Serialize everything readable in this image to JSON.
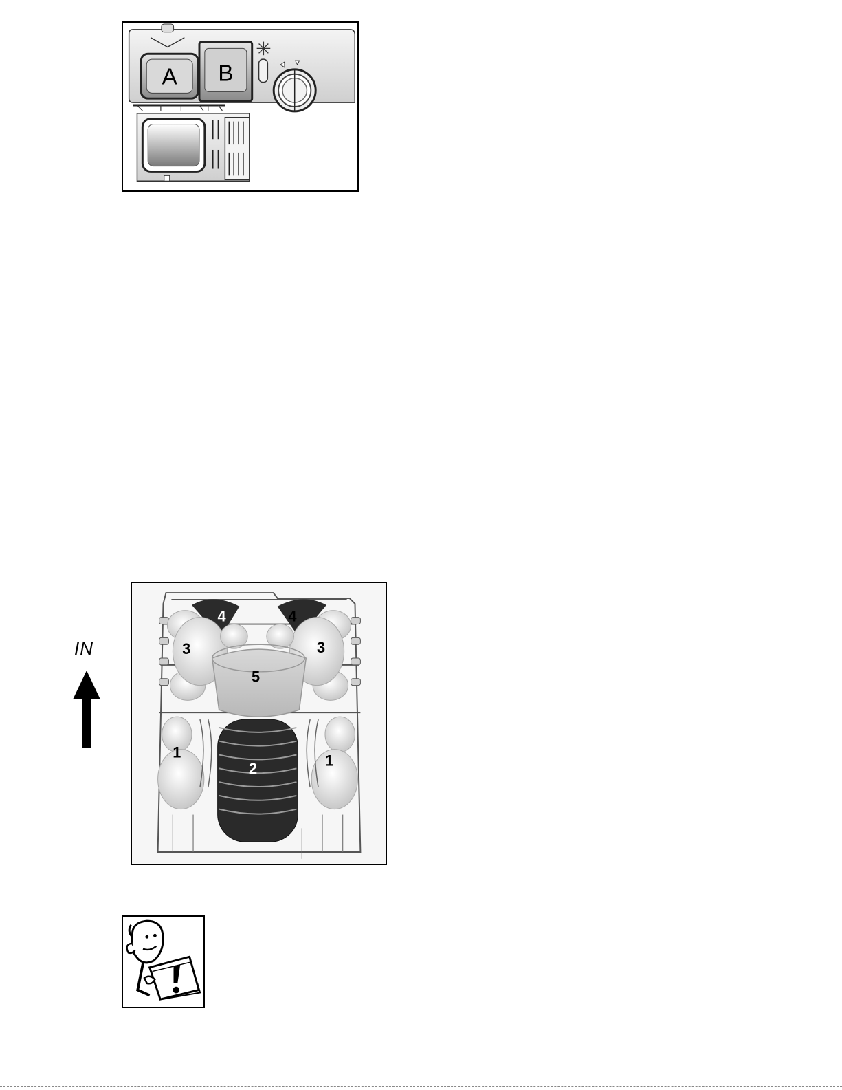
{
  "dispenser_figure": {
    "compartment_a": "A",
    "compartment_b": "B"
  },
  "basket_figure": {
    "direction_label": "IN",
    "item_labels": [
      "4",
      "4",
      "3",
      "3",
      "5",
      "1",
      "2",
      "1"
    ]
  },
  "note_figure": {
    "icon": "reading-man-note-icon"
  },
  "colors": {
    "border": "#000000",
    "plate_dark": "#2a2a2a",
    "cup_light": "#e8e8e8"
  }
}
